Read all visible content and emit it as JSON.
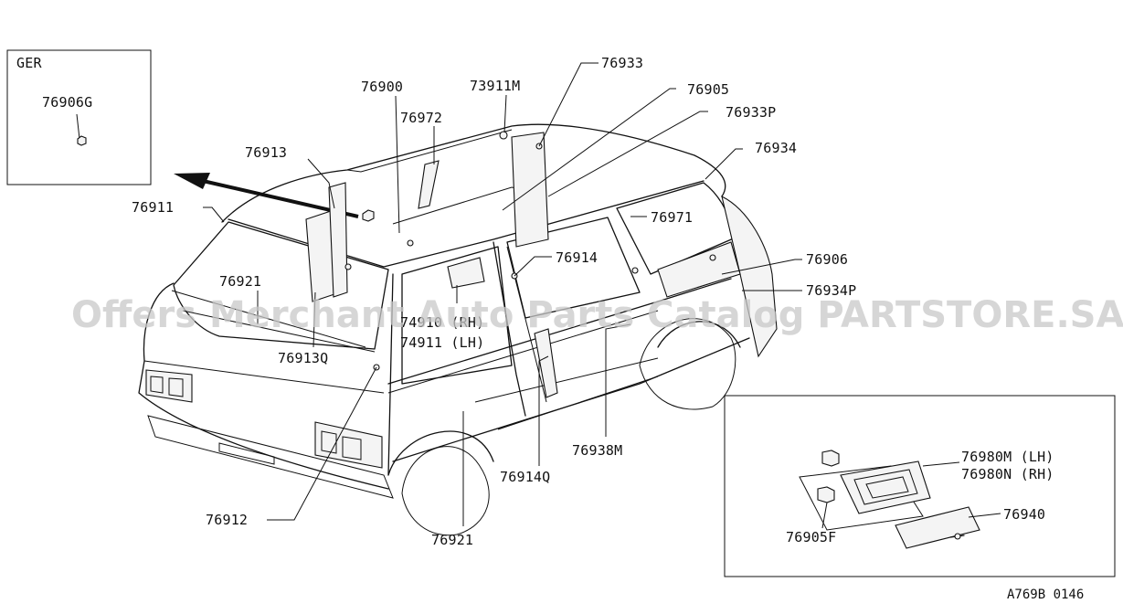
{
  "inset_top_left": {
    "title": "GER",
    "part": "76906G"
  },
  "watermark": "Offers Merchant Auto Parts Catalog PARTSTORE.SA",
  "figure_code": "A769B 0146",
  "labels": {
    "p76900": "76900",
    "p73911M": "73911M",
    "p76933": "76933",
    "p76905": "76905",
    "p76933P": "76933P",
    "p76972": "76972",
    "p76913": "76913",
    "p76934": "76934",
    "p76911": "76911",
    "p76971": "76971",
    "p76914": "76914",
    "p76906": "76906",
    "p76934P": "76934P",
    "p76921_top": "76921",
    "p74910": "74910 (RH)",
    "p74911": "74911 (LH)",
    "p76913Q": "76913Q",
    "p76938M": "76938M",
    "p76914Q": "76914Q",
    "p76912": "76912",
    "p76921_bottom": "76921",
    "p76980M": "76980M (LH)",
    "p76980N": "76980N (RH)",
    "p76940": "76940",
    "p76905F": "76905F"
  }
}
